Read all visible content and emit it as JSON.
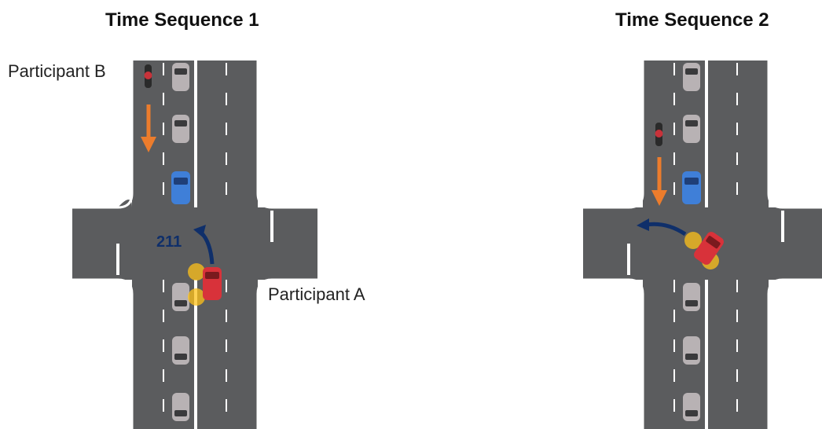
{
  "panels": [
    {
      "title": "Time Sequence 1"
    },
    {
      "title": "Time Sequence 2"
    }
  ],
  "labels": {
    "participant_b": "Participant B",
    "participant_a": "Participant A",
    "signal_number": "211"
  },
  "colors": {
    "road": "#5b5c5e",
    "lane_marking": "#ffffff",
    "parked_car": "#b8b2b4",
    "blue_car": "#3f7fd8",
    "red_car": "#d8323a",
    "motorcycle": "#c8323a",
    "arrow_orange": "#ec7c2c",
    "arrow_navy": "#0f2f6a",
    "turn_signal": "#ffc21a"
  },
  "icons": [
    "motorcycle-icon",
    "car-icon",
    "down-arrow-icon",
    "turn-arrow-icon"
  ]
}
